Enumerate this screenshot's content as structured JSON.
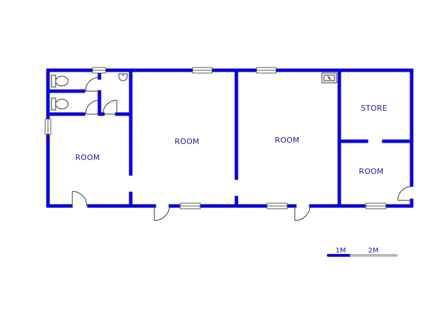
{
  "rooms": [
    {
      "label": "ROOM"
    },
    {
      "label": "ROOM"
    },
    {
      "label": "ROOM"
    },
    {
      "label": "STORE"
    },
    {
      "label": "ROOM"
    }
  ],
  "scale_bar": {
    "mark_1": "1M",
    "mark_2": "2M"
  },
  "colors": {
    "wall": "#0a00d6",
    "scale_first_segment": "#0a00d6",
    "scale_second_segment": "#b8b8b8"
  },
  "icons": [
    "toilet-icon",
    "washbasin-icon",
    "sink-icon",
    "window-symbol",
    "door-swing-symbol"
  ]
}
